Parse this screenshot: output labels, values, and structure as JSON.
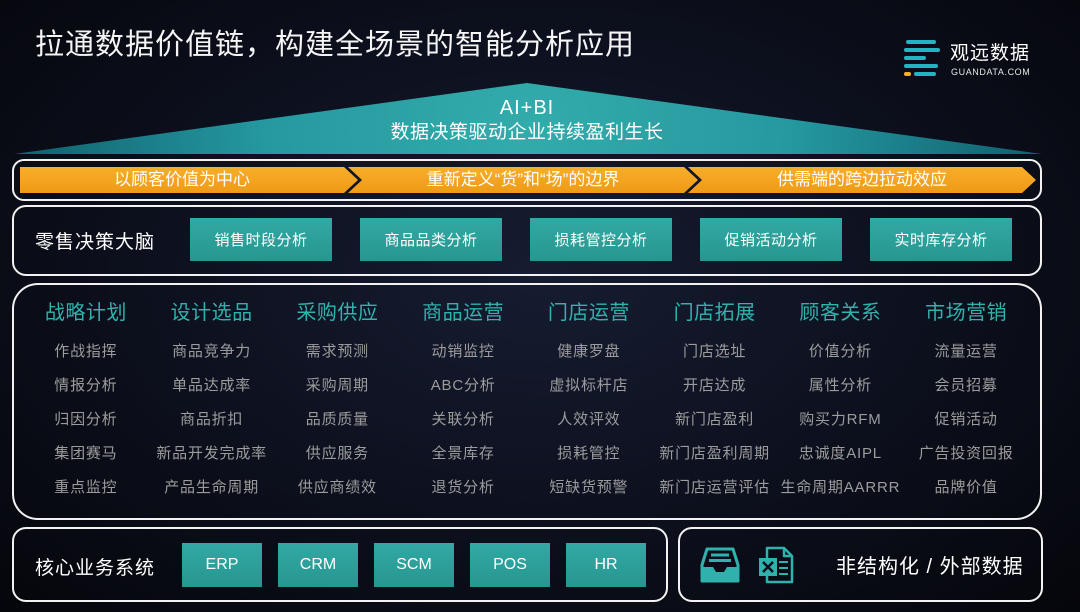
{
  "title": "拉通数据价值链，构建全场景的智能分析应用",
  "logo": {
    "icon": "guandata-logo-icon",
    "name": "观远数据",
    "domain": "GUANDATA.COM"
  },
  "roof": {
    "line1": "AI+BI",
    "line2": "数据决策驱动企业持续盈利生长"
  },
  "principles": [
    "以顾客价值为中心",
    "重新定义“货”和“场”的边界",
    "供需端的跨边拉动效应"
  ],
  "brain": {
    "label": "零售决策大脑",
    "modules": [
      "销售时段分析",
      "商品品类分析",
      "损耗管控分析",
      "促销活动分析",
      "实时库存分析"
    ]
  },
  "domains": [
    {
      "header": "战略计划",
      "items": [
        "作战指挥",
        "情报分析",
        "归因分析",
        "集团赛马",
        "重点监控"
      ]
    },
    {
      "header": "设计选品",
      "items": [
        "商品竞争力",
        "单品达成率",
        "商品折扣",
        "新品开发完成率",
        "产品生命周期"
      ]
    },
    {
      "header": "采购供应",
      "items": [
        "需求预测",
        "采购周期",
        "品质质量",
        "供应服务",
        "供应商绩效"
      ]
    },
    {
      "header": "商品运营",
      "items": [
        "动销监控",
        "ABC分析",
        "关联分析",
        "全景库存",
        "退货分析"
      ]
    },
    {
      "header": "门店运营",
      "items": [
        "健康罗盘",
        "虚拟标杆店",
        "人效评效",
        "损耗管控",
        "短缺货预警"
      ]
    },
    {
      "header": "门店拓展",
      "items": [
        "门店选址",
        "开店达成",
        "新门店盈利",
        "新门店盈利周期",
        "新门店运营评估"
      ]
    },
    {
      "header": "顾客关系",
      "items": [
        "价值分析",
        "属性分析",
        "购买力RFM",
        "忠诚度AIPL",
        "生命周期AARRR"
      ]
    },
    {
      "header": "市场营销",
      "items": [
        "流量运营",
        "会员招募",
        "促销活动",
        "广告投资回报",
        "品牌价值"
      ]
    }
  ],
  "core_systems": {
    "label": "核心业务系统",
    "systems": [
      "ERP",
      "CRM",
      "SCM",
      "POS",
      "HR"
    ]
  },
  "external": {
    "icons": [
      "inbox-tray-icon",
      "excel-file-icon"
    ],
    "label": "非结构化 / 外部数据"
  },
  "colors": {
    "background": "#0c0f1c",
    "roof_teal": "#2599a0",
    "teal_block": "#2ca19e",
    "teal_text": "#30b2ad",
    "arrow_yellow": "#f4a21f",
    "item_gray": "#9c9c9c",
    "frame": "#f2f2f2",
    "logo_yellow": "#f5b324"
  }
}
